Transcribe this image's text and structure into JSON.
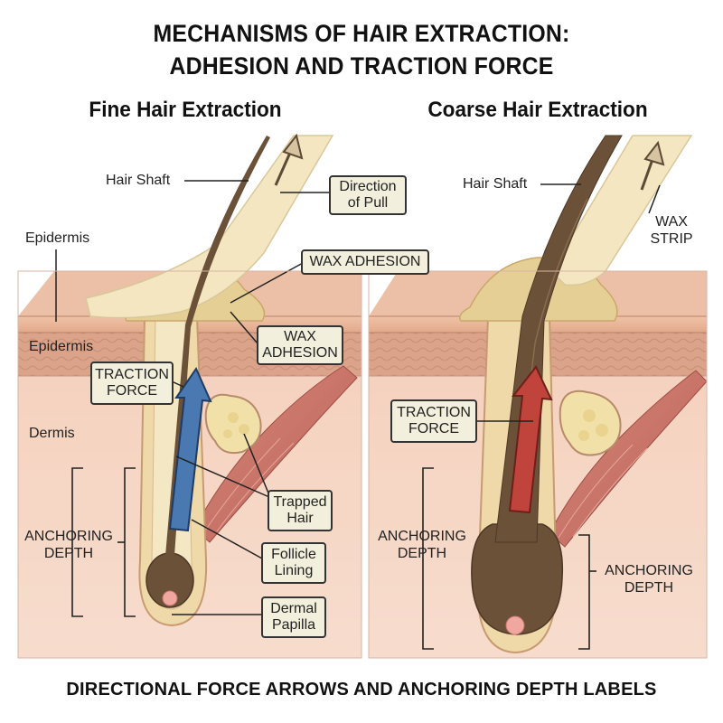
{
  "title_line1": "MECHANISMS OF HAIR EXTRACTION:",
  "title_line2": "ADHESION AND TRACTION FORCE",
  "footer": "DIRECTIONAL FORCE ARROWS AND ANCHORING DEPTH LABELS",
  "panels": {
    "fine": {
      "title": "Fine Hair Extraction",
      "labels": {
        "hair_shaft": "Hair Shaft",
        "direction_of_pull": "Direction\nof Pull",
        "epidermis_top": "Epidermis",
        "wax_adhesion_top": "WAX ADHESION",
        "epidermis": "Epidermis",
        "wax_adhesion": "WAX\nADHESION",
        "traction_force": "TRACTION\nFORCE",
        "dermis": "Dermis",
        "trapped_hair": "Trapped\nHair",
        "anchoring_depth": "ANCHORING\nDEPTH",
        "follicle_lining": "Follicle\nLining",
        "dermal_papilla": "Dermal\nPapilla"
      }
    },
    "coarse": {
      "title": "Coarse Hair Extraction",
      "labels": {
        "hair_shaft": "Hair Shaft",
        "wax_strip": "WAX\nSTRIP",
        "traction_force": "TRACTION\nFORCE",
        "anchoring_depth_left": "ANCHORING\nDEPTH",
        "anchoring_depth_right": "ANCHORING\nDEPTH"
      }
    }
  },
  "colors": {
    "skin_surface": "#e8b79b",
    "epidermis": "#d9a287",
    "dermis": "#f4d5c4",
    "wax": "#e6cf94",
    "strip": "#f3e6c0",
    "hair": "#6b5138",
    "fine_arrow": "#4a78b0",
    "coarse_arrow": "#c0443c",
    "muscle": "#c47266"
  }
}
